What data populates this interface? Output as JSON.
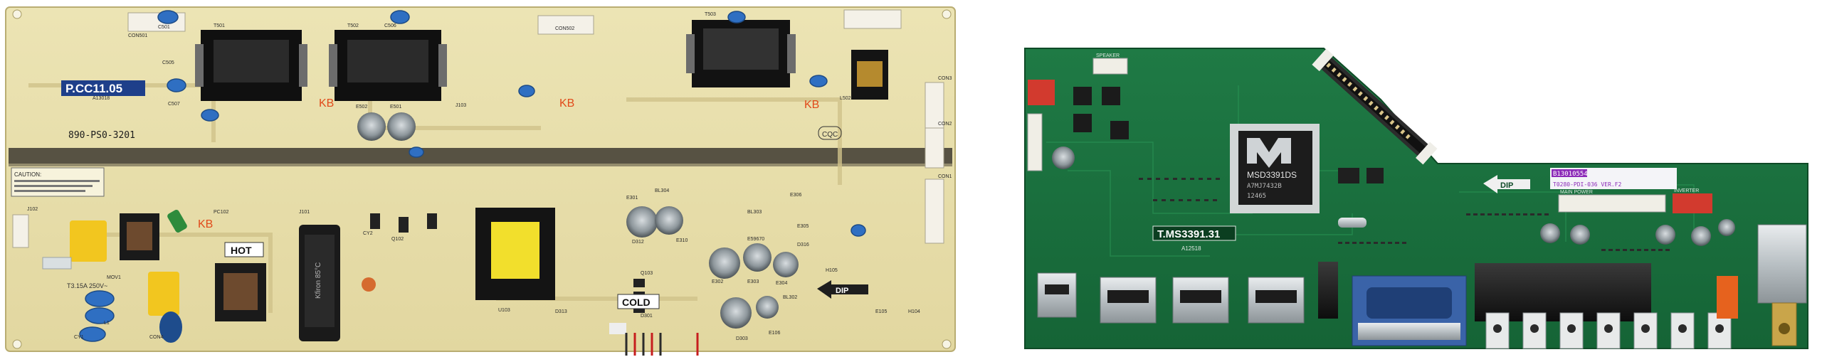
{
  "power_board": {
    "model_code": "P.CC11.05",
    "part_number": "890-PS0-3201",
    "warning_title": "CAUTION:",
    "hot_label": "HOT",
    "cold_label": "COLD",
    "dip_label": "DIP",
    "fuse_label": "T3.15A 250V~",
    "cert_label": "CQC",
    "kb_mark": "KB",
    "component_labels": [
      "C501",
      "T501",
      "T502",
      "C506",
      "T503",
      "C505",
      "C507",
      "E502",
      "E501",
      "J103",
      "CON502",
      "CON501",
      "L502",
      "E301",
      "E302",
      "E303",
      "E304",
      "E305",
      "E306",
      "D316",
      "BL302",
      "BL303",
      "BL304",
      "E310",
      "D312",
      "D313",
      "U103",
      "PC102",
      "J101",
      "J102",
      "CON1",
      "CON2",
      "CON3",
      "CON4",
      "MOV1",
      "L1",
      "CY1",
      "CY2",
      "Q102",
      "Q103",
      "D301",
      "D303",
      "E106",
      "E105",
      "H104",
      "H105",
      "E59670",
      "A13018"
    ]
  },
  "main_board": {
    "model_code": "T.MS3391.31",
    "chip_name": "MSD3391DS",
    "chip_code": "A7MJ7432B",
    "chip_date": "12465",
    "sticker_text": "B13010554",
    "sticker_sub": "T0280-PDI-036 VER.F2",
    "dip_label": "DIP",
    "speaker_label": "SPEAKER",
    "inverter_label": "INVERTER",
    "main_power_label": "MAIN POWER",
    "board_id": "A12518"
  }
}
